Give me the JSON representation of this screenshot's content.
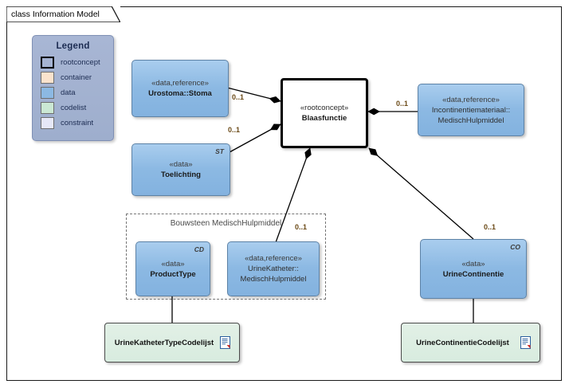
{
  "frame": {
    "tab_label": "class Information Model"
  },
  "legend": {
    "title": "Legend",
    "items": [
      {
        "label": "rootconcept",
        "swatch": "#ffffff",
        "kind": "root"
      },
      {
        "label": "container",
        "swatch": "#fae3cd",
        "kind": "plain"
      },
      {
        "label": "data",
        "swatch": "#8cb9e3",
        "kind": "plain"
      },
      {
        "label": "codelist",
        "swatch": "#cbe8d4",
        "kind": "plain"
      },
      {
        "label": "constraint",
        "swatch": "#e6e8f7",
        "kind": "plain"
      }
    ]
  },
  "nodes": {
    "stoma": {
      "stereotype": "«data,reference»",
      "name": "Urostoma::Stoma",
      "corner": ""
    },
    "blaasfunctie": {
      "stereotype": "«rootconcept»",
      "name": "Blaasfunctie",
      "corner": ""
    },
    "incontinentie": {
      "stereotype": "«data,reference»",
      "name": "Incontinentiemateriaal::",
      "name2": "MedischHulpmiddel",
      "corner": ""
    },
    "toelichting": {
      "stereotype": "«data»",
      "name": "Toelichting",
      "corner": "ST"
    },
    "producttype": {
      "stereotype": "«data»",
      "name": "ProductType",
      "corner": "CD"
    },
    "urinekatheter": {
      "stereotype": "«data,reference»",
      "name": "UrineKatheter::",
      "name2": "MedischHulpmiddel",
      "corner": ""
    },
    "urinecontinentie": {
      "stereotype": "«data»",
      "name": "UrineContinentie",
      "corner": "CO"
    },
    "katheter_codelijst": {
      "name": "UrineKatheterTypeCodelijst"
    },
    "continentie_codelijst": {
      "name": "UrineContinentieCodelijst"
    }
  },
  "group": {
    "label": "Bouwsteen MedischHulpmiddel"
  },
  "multiplicities": {
    "stoma_blaas": "0..1",
    "toelichting_blaas": "0..1",
    "blaas_incontinentie": "0..1",
    "blaas_urinekatheter": "0..1",
    "blaas_urinecontinentie": "0..1"
  },
  "colors": {
    "data_fill": "#8cb9e3",
    "codelist_fill": "#d8ecdf",
    "legend_fill": "#a3b2d1",
    "multiplicity_text": "#6b4a17",
    "line": "#000000"
  }
}
